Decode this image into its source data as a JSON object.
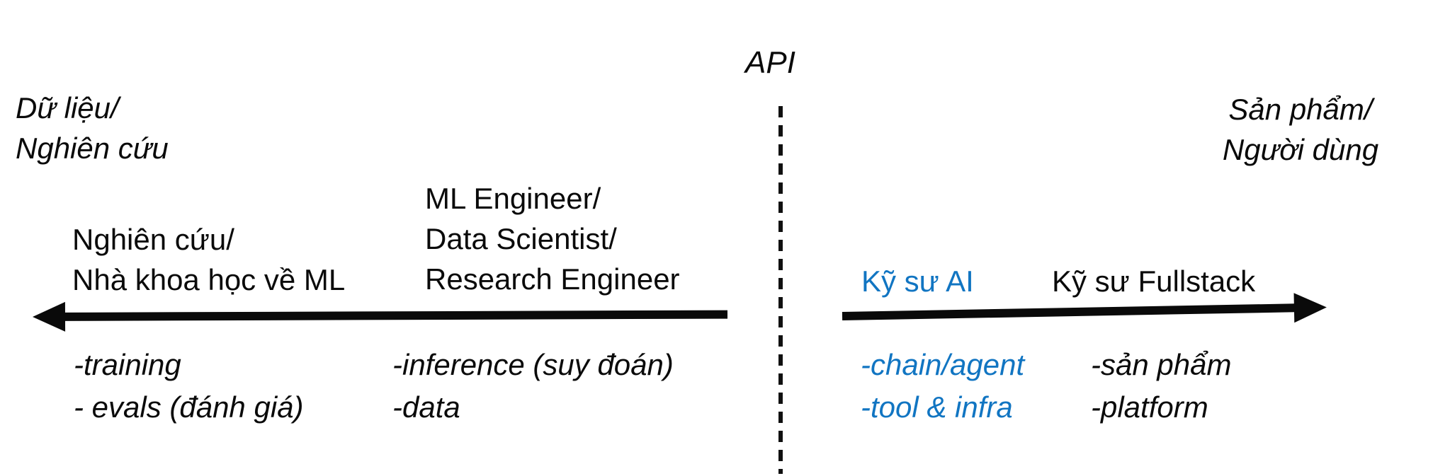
{
  "api_label": "API",
  "colors": {
    "accent": "#1175C2",
    "ink": "#0a0a0a"
  },
  "endpoints": {
    "left": {
      "line1": "Dữ liệu/",
      "line2": "Nghiên cứu"
    },
    "right": {
      "line1": "Sản phẩm/",
      "line2": "Người dùng"
    }
  },
  "left_spectrum": {
    "roles": {
      "outer": {
        "line1": "Nghiên cứu/",
        "line2": "Nhà khoa học về ML"
      },
      "inner": {
        "line1": "ML Engineer/",
        "line2": "Data Scientist/",
        "line3": "Research Engineer"
      }
    },
    "bullets_outer": [
      "-training",
      "- evals (đánh giá)"
    ],
    "bullets_inner": [
      "-inference (suy đoán)",
      "-data"
    ]
  },
  "right_spectrum": {
    "roles": {
      "inner": "Kỹ sư AI",
      "outer": "Kỹ sư Fullstack"
    },
    "bullets_inner": [
      "-chain/agent",
      "-tool & infra"
    ],
    "bullets_outer": [
      "-sản phẩm",
      "-platform"
    ]
  }
}
